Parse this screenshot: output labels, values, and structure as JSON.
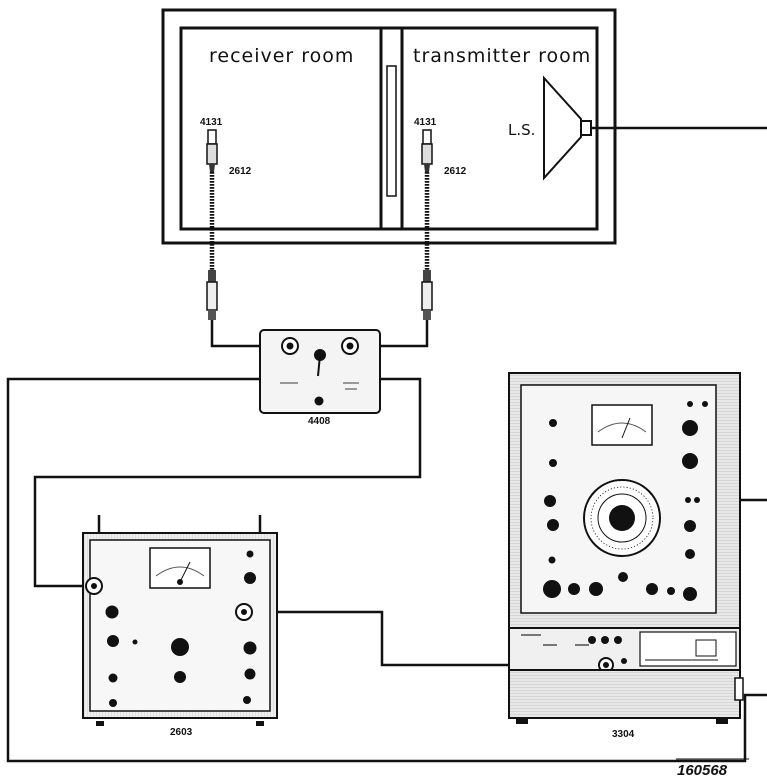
{
  "rooms": {
    "receiver": "receiver room",
    "transmitter": "transmitter room"
  },
  "microphones": {
    "left": {
      "capsule": "4131",
      "preamp": "2612"
    },
    "right": {
      "capsule": "4131",
      "preamp": "2612"
    }
  },
  "loudspeaker": {
    "label": "L.S."
  },
  "instruments": {
    "switch_unit": {
      "label": "4408"
    },
    "amplifier": {
      "label": "2603"
    },
    "generator": {
      "label": "3304"
    }
  },
  "drawing_number": "160568",
  "colors": {
    "ink": "#111111",
    "panel": "#f4f4f4",
    "housing": "#e2e2e2",
    "background": "#ffffff"
  }
}
